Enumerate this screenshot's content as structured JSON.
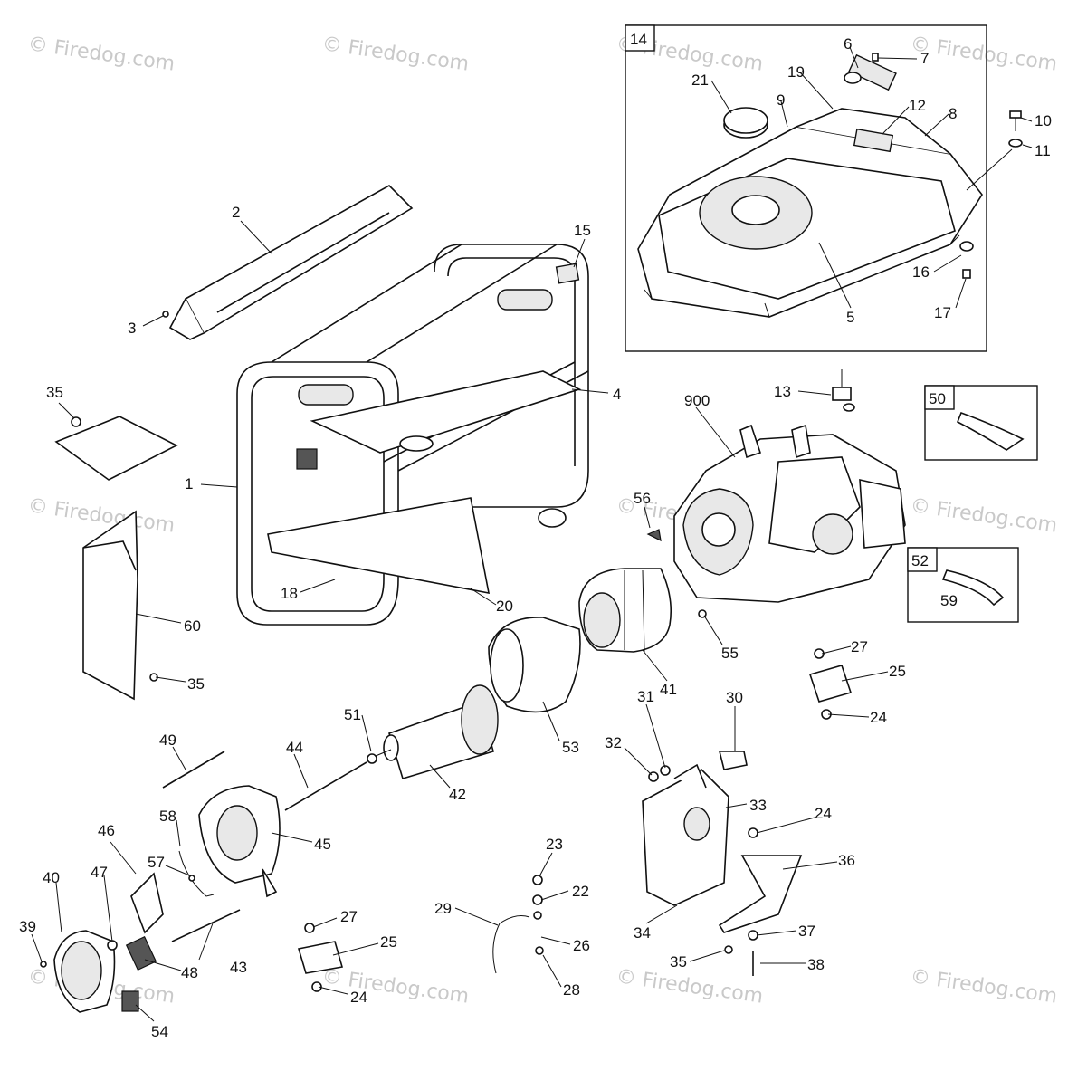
{
  "watermark": "© Firedog.com",
  "callouts": [
    "1",
    "2",
    "3",
    "4",
    "5",
    "6",
    "7",
    "8",
    "9",
    "10",
    "11",
    "12",
    "13",
    "14",
    "15",
    "16",
    "17",
    "18",
    "19",
    "20",
    "21",
    "22",
    "23",
    "24",
    "25",
    "26",
    "27",
    "28",
    "29",
    "30",
    "31",
    "32",
    "33",
    "34",
    "35",
    "36",
    "37",
    "38",
    "39",
    "40",
    "41",
    "42",
    "43",
    "44",
    "45",
    "46",
    "47",
    "48",
    "49",
    "50",
    "51",
    "52",
    "53",
    "54",
    "55",
    "56",
    "57",
    "58",
    "59",
    "60",
    "900"
  ],
  "boxed_callouts": [
    "14",
    "50",
    "52"
  ]
}
